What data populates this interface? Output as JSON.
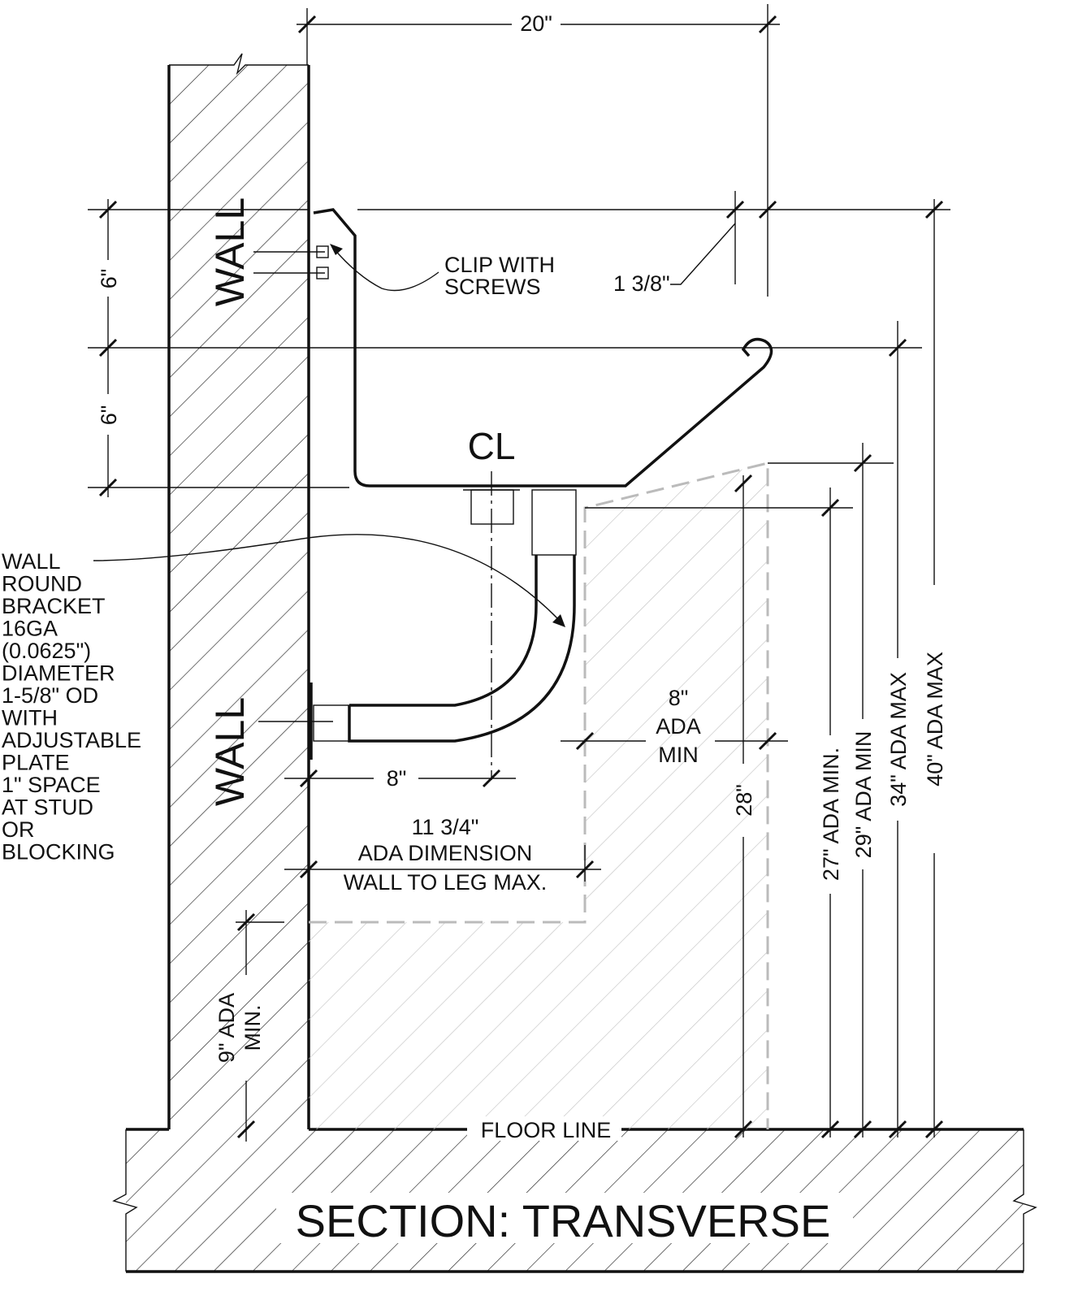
{
  "title": "SECTION: TRANSVERSE",
  "wall_label": "WALL",
  "centerline_symbol": "CL",
  "floor_label": "FLOOR LINE",
  "callouts": {
    "clip": [
      "CLIP WITH",
      "SCREWS"
    ],
    "bracket": [
      "WALL",
      "ROUND",
      "BRACKET",
      "16GA",
      "(0.0625\")",
      "DIAMETER",
      "1-5/8\" OD",
      "WITH",
      "ADJUSTABLE",
      "PLATE",
      "1\" SPACE",
      "AT STUD",
      "OR",
      "BLOCKING"
    ]
  },
  "dimensions": {
    "overall_depth": "20\"",
    "clip_offset": "1 3/8\"",
    "upper_6": "6\"",
    "lower_6": "6\"",
    "bracket_8": "8\"",
    "knee_clearance": [
      "8\"",
      "ADA",
      "MIN"
    ],
    "wall_to_leg": [
      "11 3/4\"",
      "ADA DIMENSION",
      "WALL TO LEG MAX."
    ],
    "toe_clearance": [
      "9\" ADA",
      "MIN."
    ],
    "h28": "28\"",
    "h27": "27\" ADA MIN.",
    "h29": "29\" ADA MIN",
    "h34": "34\" ADA MAX",
    "h40": "40\" ADA MAX"
  },
  "colors": {
    "line": "#111111",
    "ada_zone": "#bbbbbb"
  }
}
